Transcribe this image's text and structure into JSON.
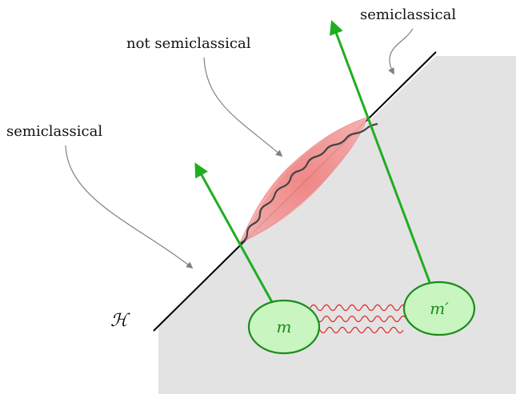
{
  "labels": {
    "semiclassical_top": "semiclassical",
    "not_semiclassical": "not semiclassical",
    "semiclassical_left": "semiclassical",
    "horizon": "ℋ",
    "mass_m": "m",
    "mass_m_prime": "m′"
  },
  "colors": {
    "region_fill": "#e3e3e3",
    "horizon_line": "#000000",
    "green_arrow": "#1fae1f",
    "mass_fill": "#c8f5c0",
    "mass_stroke": "#1a8c1a",
    "wiggle_red": "#e02020",
    "blob_fill": "#f4a0a0",
    "arrow_gray": "#808080"
  }
}
